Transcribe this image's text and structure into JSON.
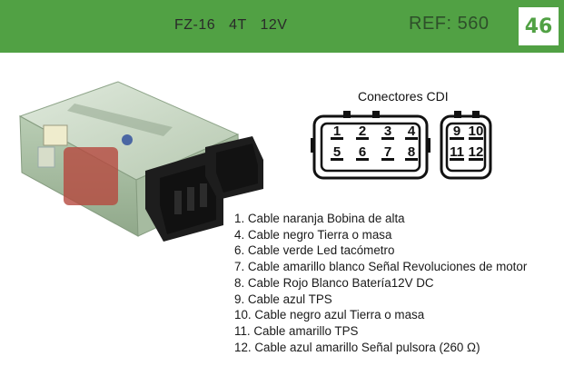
{
  "header": {
    "model": "FZ-16 4T 12V",
    "ref": "REF: 560",
    "page_number": "46",
    "accent_color": "#51a144"
  },
  "connectors": {
    "title": "Conectores CDI",
    "big_pins": [
      "1",
      "2",
      "3",
      "4",
      "5",
      "6",
      "7",
      "8"
    ],
    "small_pins": [
      "9",
      "10",
      "11",
      "12"
    ]
  },
  "legend": [
    "1. Cable naranja Bobina de alta",
    "4. Cable negro Tierra o masa",
    "6. Cable verde Led tacómetro",
    "7. Cable amarillo blanco Señal Revoluciones de motor",
    "8. Cable Rojo Blanco Batería12V DC",
    "9. Cable azul TPS",
    "10.  Cable negro azul Tierra o masa",
    "11. Cable amarillo TPS",
    "12. Cable azul amarillo Señal pulsora (260 Ω)"
  ]
}
